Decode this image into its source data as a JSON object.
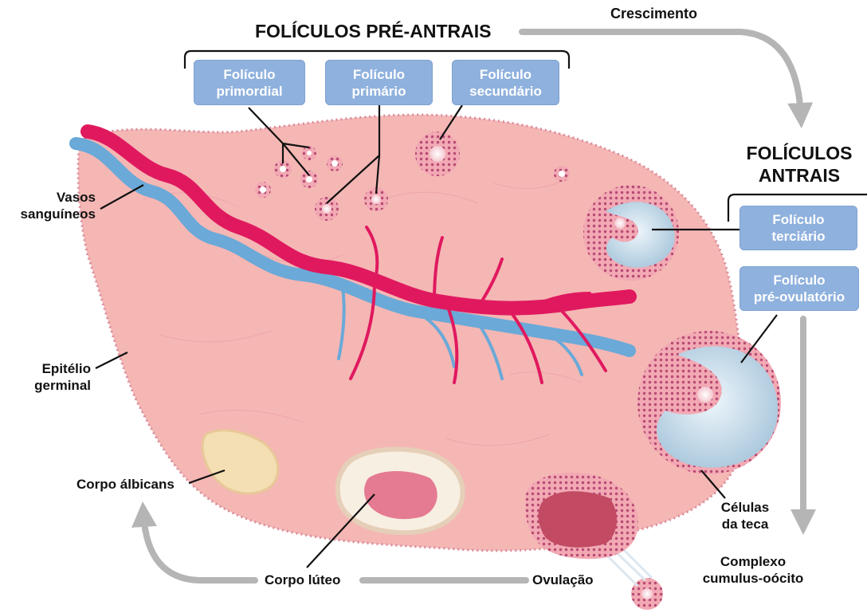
{
  "headers": {
    "pre_antral": "FOLÍCULOS PRÉ-ANTRAIS",
    "antral_line1": "FOLÍCULOS",
    "antral_line2": "ANTRAIS",
    "growth": "Crescimento"
  },
  "boxes": {
    "primordial": [
      "Folículo",
      "primordial"
    ],
    "primary": [
      "Folículo",
      "primário"
    ],
    "secondary": [
      "Folículo",
      "secundário"
    ],
    "tertiary": [
      "Folículo",
      "terciário"
    ],
    "preovulatory": [
      "Folículo",
      "pré-ovulatório"
    ]
  },
  "labels": {
    "blood_vessels": [
      "Vasos",
      "sanguíneos"
    ],
    "germinal_epithelium": [
      "Epitélio",
      "germinal"
    ],
    "corpus_albicans": "Corpo álbicans",
    "corpus_luteum": "Corpo lúteo",
    "ovulation": "Ovulação",
    "theca_cells": [
      "Células",
      "da teca"
    ],
    "cumulus_complex": [
      "Complexo",
      "cumulus-oócito"
    ]
  },
  "colors": {
    "ovary": "#f5b7b4",
    "artery": "#e0195f",
    "vein": "#6aa9d8",
    "label_box": "#8fb1dd",
    "cycle_arrow": "#b5b5b5"
  }
}
